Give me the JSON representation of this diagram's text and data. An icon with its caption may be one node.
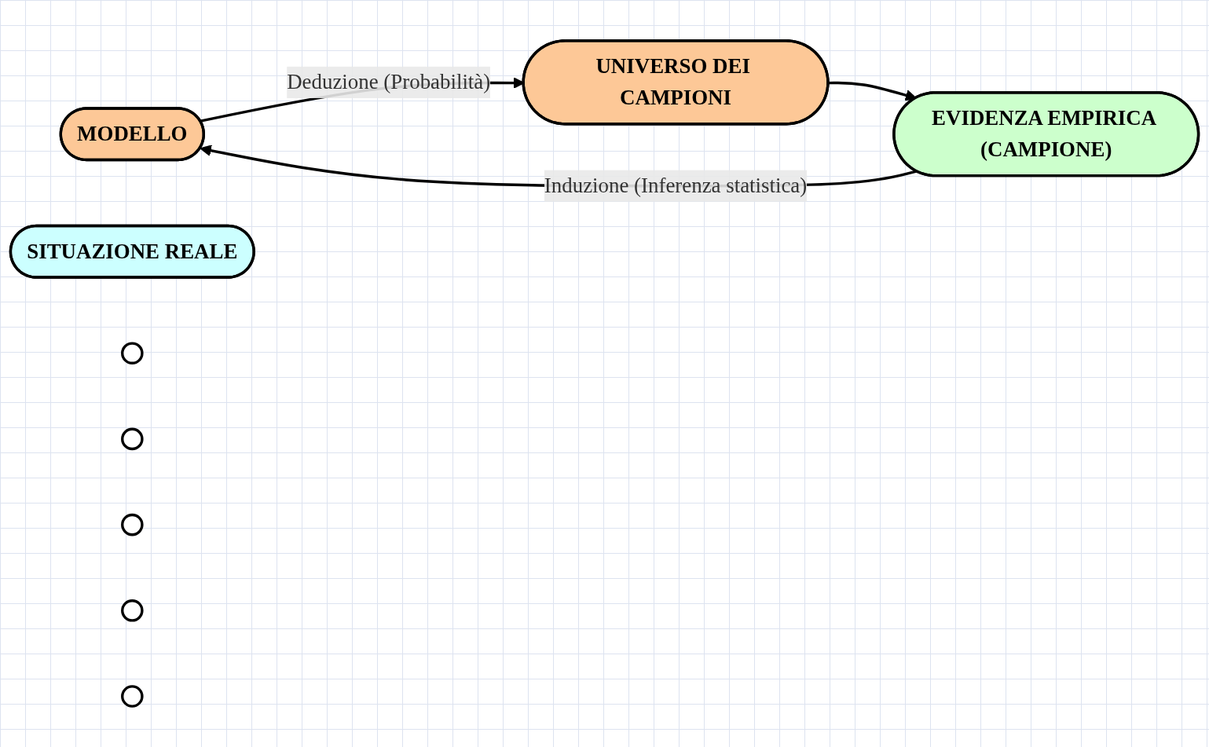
{
  "diagram": {
    "nodes": [
      {
        "text": [
          "MODELLO"
        ]
      },
      {
        "text": [
          "UNIVERSO DEI CAMPIONI"
        ]
      },
      {
        "text": [
          "EVIDENZA EMPIRICA (CAMPIONE)"
        ]
      },
      {
        "text": [
          "SITUAZIONE REALE"
        ]
      },
      {
        "text": [],
        "shape": "ellipse"
      },
      {
        "text": [],
        "shape": "ellipse"
      },
      {
        "text": [],
        "shape": "ellipse"
      },
      {
        "text": [],
        "shape": "ellipse"
      },
      {
        "text": [],
        "shape": "ellipse"
      }
    ],
    "edges": [
      {
        "from": 0,
        "to": 1,
        "arrow": "to",
        "label": "Deduzione (Probabilità)"
      },
      {
        "from": 1,
        "to": 2,
        "arrow": "to"
      },
      {
        "from": 2,
        "to": 0,
        "arrow": "to",
        "label": "Induzione (Inferenza statistica)"
      }
    ]
  }
}
